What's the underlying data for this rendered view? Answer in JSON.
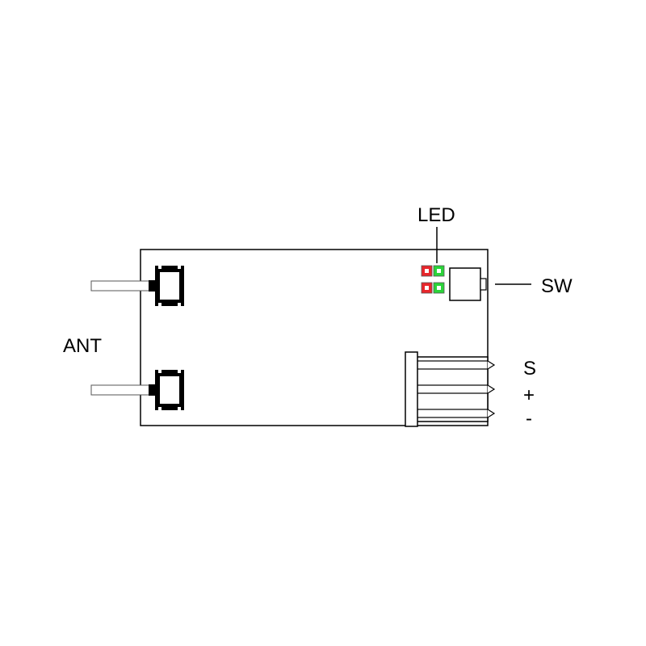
{
  "labels": {
    "led": "LED",
    "sw": "SW",
    "ant": "ANT",
    "pin_s": "S",
    "pin_plus": "+",
    "pin_minus": "-"
  },
  "colors": {
    "board_fill": "#ffffff",
    "outline": "#000000",
    "led_red": "#e8262b",
    "led_green": "#2bd43a",
    "antenna_wire": "#ffffff",
    "connector_black": "#000000"
  }
}
